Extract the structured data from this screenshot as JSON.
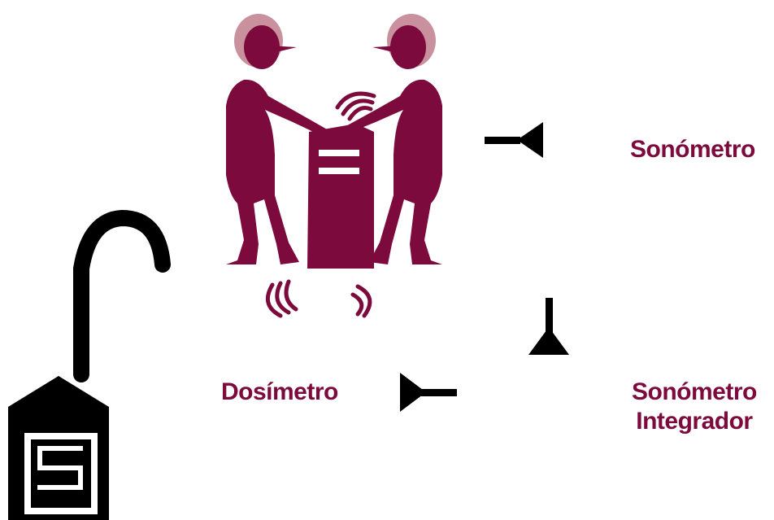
{
  "labels": {
    "sonometro": "Sonómetro",
    "dosimetro": "Dosímetro",
    "sonometro_integrador_line1": "Sonómetro",
    "sonometro_integrador_line2": "Integrador"
  },
  "colors": {
    "figure": "#7d0a3c",
    "figure_head": "#c9909e",
    "ink": "#000000",
    "background": "#ffffff"
  },
  "icons": [
    "two-workers-podium-illustration",
    "dosimeter-device-icon",
    "pointer-left-icon",
    "pointer-up-icon",
    "pointer-right-icon"
  ]
}
